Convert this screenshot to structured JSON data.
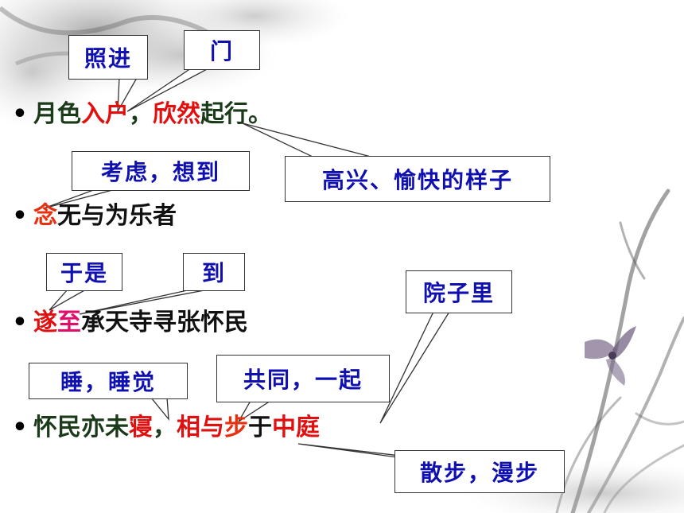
{
  "colors": {
    "dark_green": "#1a3a1a",
    "black": "#111111",
    "red": "#e01010",
    "orange_red": "#e83010",
    "magenta": "#e0106a",
    "annotation_text": "#1010b0"
  },
  "bullet": "•",
  "sentences": [
    {
      "segments": [
        {
          "text": "月色",
          "color": "#1a3a1a"
        },
        {
          "text": "入户",
          "color": "#e01010"
        },
        {
          "text": "，",
          "color": "#1a3a1a"
        },
        {
          "text": "欣然",
          "color": "#e01010"
        },
        {
          "text": "起行。",
          "color": "#1a3a1a"
        }
      ]
    },
    {
      "segments": [
        {
          "text": "念",
          "color": "#e83010"
        },
        {
          "text": "无与为乐者",
          "color": "#111111"
        }
      ]
    },
    {
      "segments": [
        {
          "text": "遂",
          "color": "#e01010"
        },
        {
          "text": "至",
          "color": "#e0106a"
        },
        {
          "text": "承天寺寻张怀民",
          "color": "#111111"
        }
      ]
    },
    {
      "segments": [
        {
          "text": "怀民亦未",
          "color": "#1a3a1a"
        },
        {
          "text": "寝",
          "color": "#e01010"
        },
        {
          "text": "，",
          "color": "#1a3a1a"
        },
        {
          "text": "相与",
          "color": "#e01010"
        },
        {
          "text": "步",
          "color": "#e83010"
        },
        {
          "text": "于",
          "color": "#111111"
        },
        {
          "text": "中庭",
          "color": "#e01010"
        }
      ]
    }
  ],
  "annotations": [
    {
      "text": "照进"
    },
    {
      "text": "门"
    },
    {
      "text": "考虑，想到"
    },
    {
      "text": "高兴、愉快的样子"
    },
    {
      "text": "于是"
    },
    {
      "text": "到"
    },
    {
      "text": "院子里"
    },
    {
      "text": "睡，睡觉"
    },
    {
      "text": "共同，一起"
    },
    {
      "text": "散步，漫步"
    }
  ]
}
